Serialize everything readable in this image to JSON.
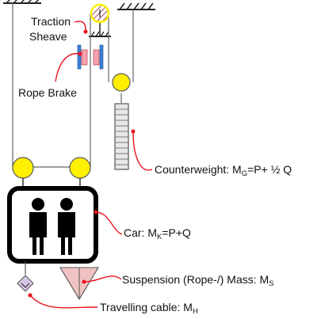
{
  "labels": {
    "traction_sheave_line1": "Traction",
    "traction_sheave_line2": "Sheave",
    "rope_brake": "Rope Brake",
    "counterweight_prefix": "Counterweight: M",
    "counterweight_sub": "G",
    "counterweight_formula": "=P+ ½ Q",
    "car_prefix": "Car: M",
    "car_sub": "K",
    "car_formula": "=P+Q",
    "suspension_prefix": "Suspension (Rope-/) Mass: M",
    "suspension_sub": "S",
    "cable_prefix": "Travelling cable: M",
    "cable_sub": "H"
  },
  "colors": {
    "leader_line": "#e8141c",
    "sheave_yellow": "#ffef00",
    "sheave_outline": "#5a5a5a",
    "traction_sheave_fill": "#c0234a",
    "brake_blue": "#3d7fd4",
    "brake_pad": "#f4a3ae",
    "suspension_fill": "#f0c2c2",
    "traveling_cable_fill": "#d6c6e6",
    "counterweight_fill": "#e8e8e8"
  },
  "icons": {
    "car_occupants": "person-silhouette-icon"
  }
}
